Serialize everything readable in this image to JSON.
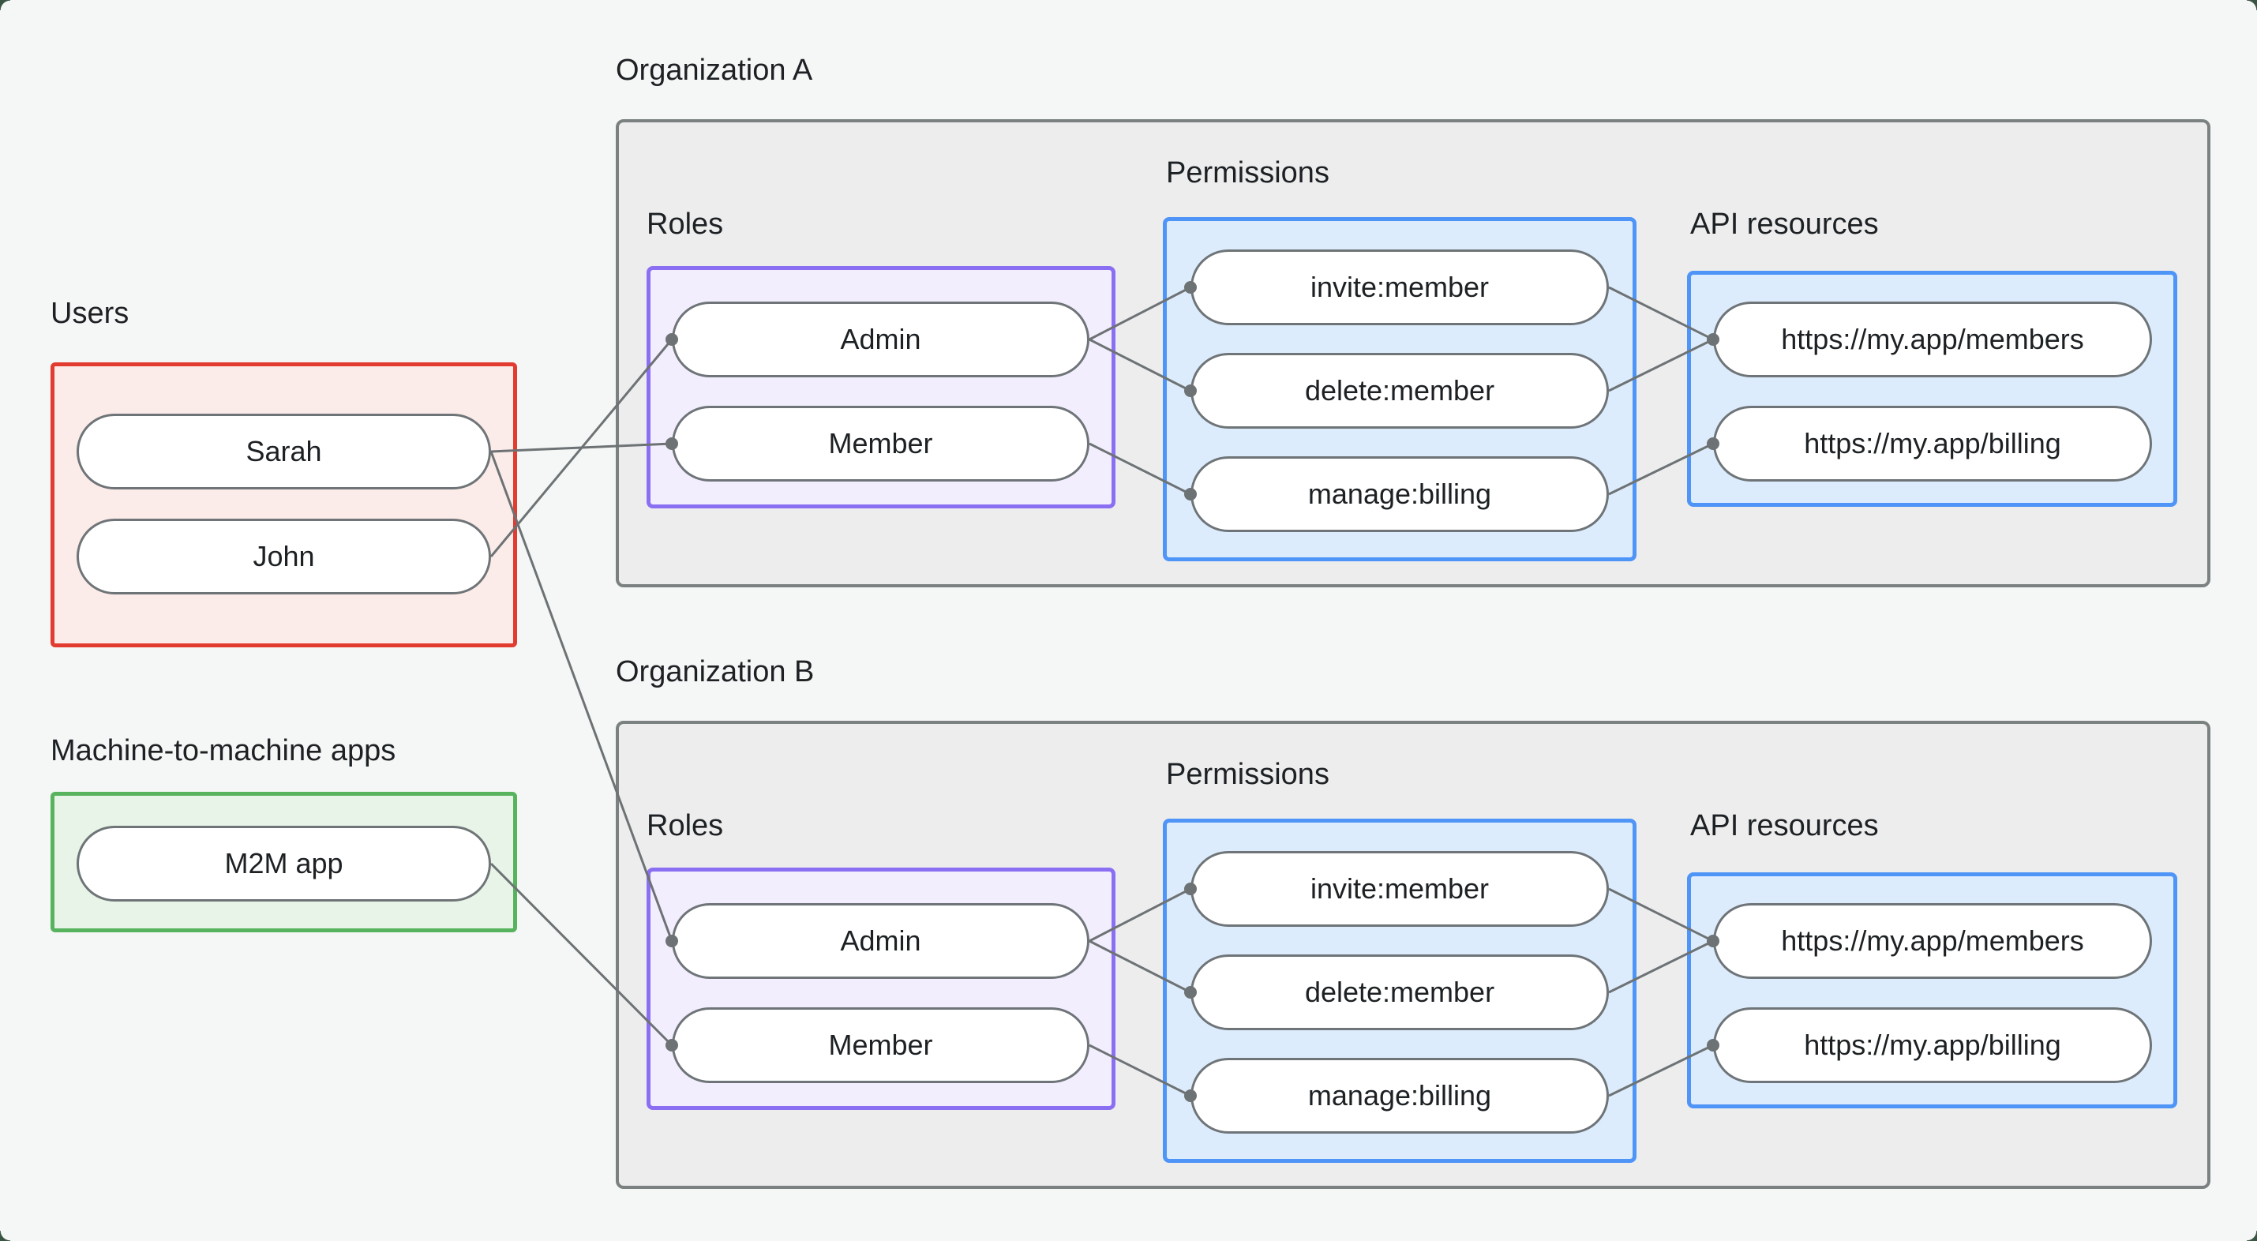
{
  "page": {
    "background": "#f5f7f6",
    "corner_mark_color": "#3a5544"
  },
  "colors": {
    "users_border": "#e23b30",
    "users_fill": "#fcece9",
    "m2m_border": "#58b35f",
    "m2m_fill": "#e8f4e7",
    "org_border": "#7b8081",
    "org_fill": "#ededee",
    "roles_border": "#8b6ff2",
    "roles_fill": "#f3eefe",
    "permissions_border": "#4f95f7",
    "permissions_fill": "#ddecfc",
    "pill_border": "#6e7477",
    "pill_fill": "#ffffff",
    "connector": "#6d7274",
    "text": "#1d2124"
  },
  "users_group": {
    "label": "Users",
    "items": [
      {
        "id": "sarah",
        "label": "Sarah"
      },
      {
        "id": "john",
        "label": "John"
      }
    ]
  },
  "m2m_group": {
    "label": "Machine-to-machine apps",
    "items": [
      {
        "id": "m2m-app",
        "label": "M2M app"
      }
    ]
  },
  "organizations": [
    {
      "id": "org-a",
      "label": "Organization A",
      "roles": {
        "label": "Roles",
        "items": [
          "Admin",
          "Member"
        ]
      },
      "permissions": {
        "label": "Permissions",
        "items": [
          "invite:member",
          "delete:member",
          "manage:billing"
        ]
      },
      "api_resources": {
        "label": "API resources",
        "items": [
          "https://my.app/members",
          "https://my.app/billing"
        ]
      }
    },
    {
      "id": "org-b",
      "label": "Organization B",
      "roles": {
        "label": "Roles",
        "items": [
          "Admin",
          "Member"
        ]
      },
      "permissions": {
        "label": "Permissions",
        "items": [
          "invite:member",
          "delete:member",
          "manage:billing"
        ]
      },
      "api_resources": {
        "label": "API resources",
        "items": [
          "https://my.app/members",
          "https://my.app/billing"
        ]
      }
    }
  ],
  "connections": [
    {
      "from": "Sarah",
      "to": "Organization A / Member"
    },
    {
      "from": "John",
      "to": "Organization A / Admin"
    },
    {
      "from": "Sarah",
      "to": "Organization B / Admin"
    },
    {
      "from": "M2M app",
      "to": "Organization B / Member"
    },
    {
      "from": "Organization A / Admin",
      "to": "Organization A / invite:member"
    },
    {
      "from": "Organization A / Admin",
      "to": "Organization A / delete:member"
    },
    {
      "from": "Organization A / Member",
      "to": "Organization A / manage:billing"
    },
    {
      "from": "Organization A / invite:member",
      "to": "Organization A / https://my.app/members"
    },
    {
      "from": "Organization A / delete:member",
      "to": "Organization A / https://my.app/members"
    },
    {
      "from": "Organization A / manage:billing",
      "to": "Organization A / https://my.app/billing"
    },
    {
      "from": "Organization B / Admin",
      "to": "Organization B / invite:member"
    },
    {
      "from": "Organization B / Admin",
      "to": "Organization B / delete:member"
    },
    {
      "from": "Organization B / Member",
      "to": "Organization B / manage:billing"
    },
    {
      "from": "Organization B / invite:member",
      "to": "Organization B / https://my.app/members"
    },
    {
      "from": "Organization B / delete:member",
      "to": "Organization B / https://my.app/members"
    },
    {
      "from": "Organization B / manage:billing",
      "to": "Organization B / https://my.app/billing"
    }
  ]
}
